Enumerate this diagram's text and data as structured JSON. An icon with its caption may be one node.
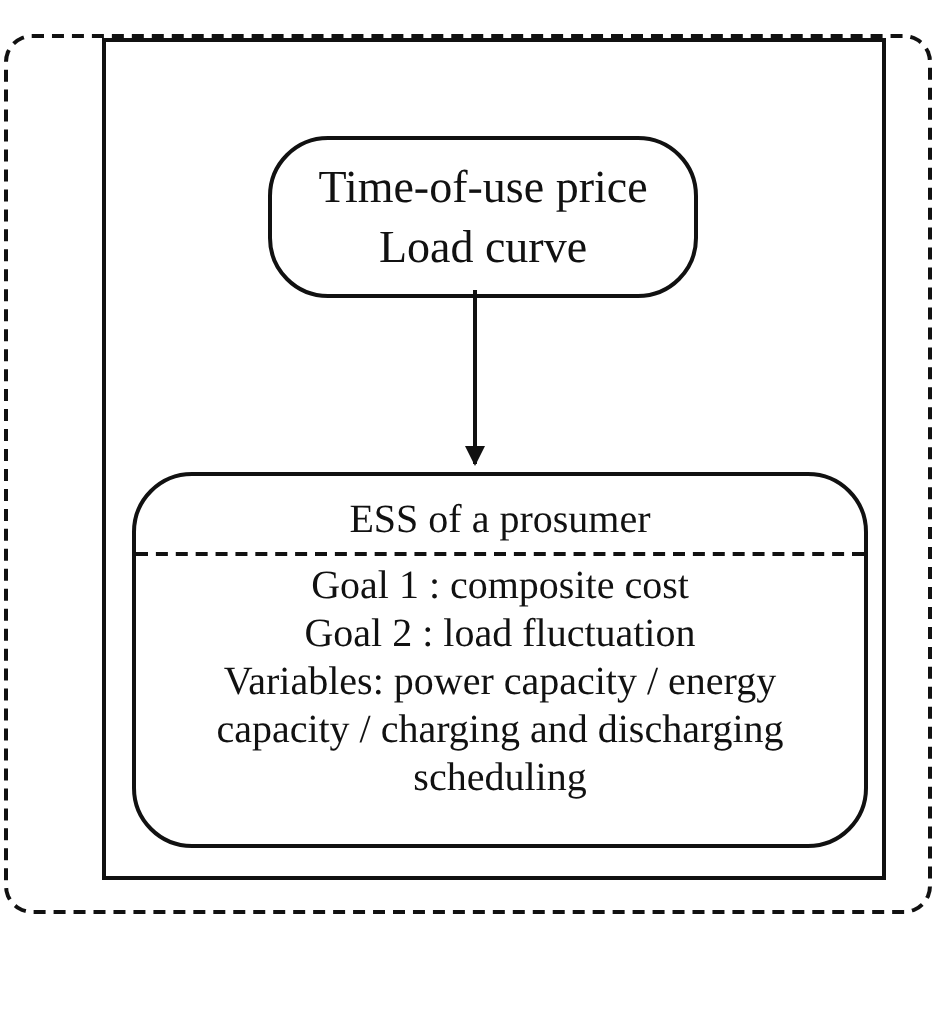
{
  "diagram": {
    "nodes": [
      {
        "text": [],
        "shape": "box"
      },
      {
        "text": [],
        "shape": "box",
        "in": 0
      },
      {
        "text": [
          "Time-of-use price",
          "Load curve"
        ],
        "in": 1
      },
      {
        "text": [
          "ESS of a prosumer",
          "Goal 1 : composite cost",
          "Goal 2 : load fluctuation",
          "Variables: power capacity / energy capacity / charging and discharging scheduling"
        ],
        "in": 1
      }
    ],
    "edges": [
      {
        "from": 2,
        "to": 3,
        "arrow": "to"
      }
    ]
  }
}
